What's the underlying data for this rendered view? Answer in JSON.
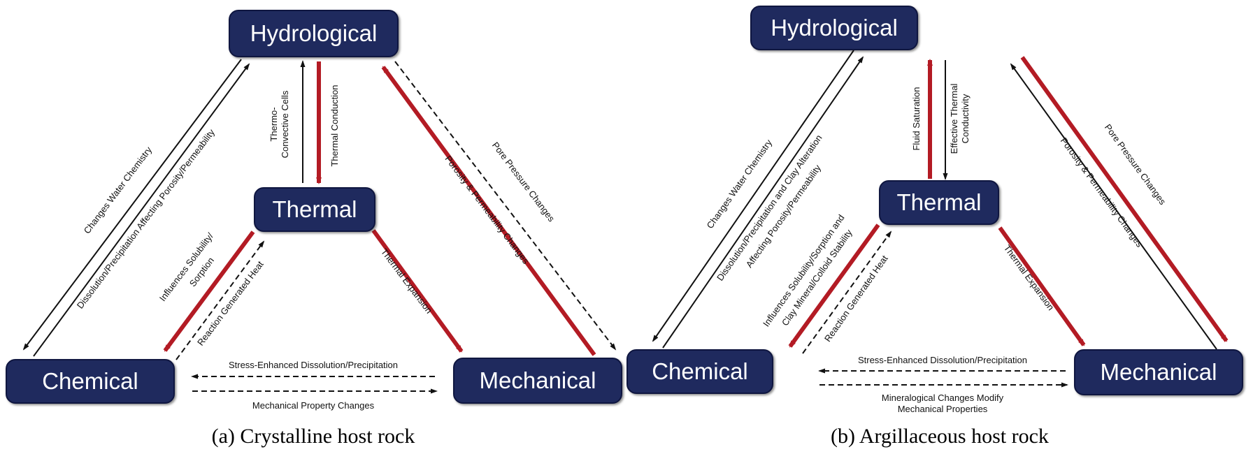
{
  "colors": {
    "node_fill": "#1f2a5e",
    "red_arrow": "#b31b24",
    "black_arrow": "#111111"
  },
  "panels": [
    {
      "caption": "(a) Crystalline host rock",
      "nodes": {
        "hydrological": "Hydrological",
        "thermal": "Thermal",
        "chemical": "Chemical",
        "mechanical": "Mechanical"
      },
      "edges": [
        {
          "label": "Changes Water Chemistry",
          "color": "black",
          "style": "solid"
        },
        {
          "label": "Dissolution/Precipitation Affecting Porosity/Permeability",
          "color": "black",
          "style": "solid"
        },
        {
          "label": "Thermo-",
          "color": "black",
          "style": "solid"
        },
        {
          "label": "Convective Cells",
          "color": "black",
          "style": "solid"
        },
        {
          "label": "Thermal Conduction",
          "color": "red",
          "style": "solid"
        },
        {
          "label": "Pore Pressure Changes",
          "color": "black",
          "style": "dashed"
        },
        {
          "label": "Porosity & Permeability Changes",
          "color": "red",
          "style": "solid"
        },
        {
          "label": "Influences Solubility/",
          "color": "red",
          "style": "solid"
        },
        {
          "label": "Sorption",
          "color": "red",
          "style": "solid"
        },
        {
          "label": "Reaction Generated Heat",
          "color": "black",
          "style": "dashed"
        },
        {
          "label": "Thermal Expansion",
          "color": "red",
          "style": "solid"
        },
        {
          "label": "Stress-Enhanced Dissolution/Precipitation",
          "color": "black",
          "style": "dashed"
        },
        {
          "label": "Mechanical Property Changes",
          "color": "black",
          "style": "dashed"
        }
      ]
    },
    {
      "caption": "(b) Argillaceous host rock",
      "nodes": {
        "hydrological": "Hydrological",
        "thermal": "Thermal",
        "chemical": "Chemical",
        "mechanical": "Mechanical"
      },
      "edges": [
        {
          "label": "Changes Water Chemistry",
          "color": "black",
          "style": "solid"
        },
        {
          "label": "Dissolution/Precipitation and Clay Alteration",
          "color": "black",
          "style": "solid"
        },
        {
          "label": "Affecting Porosity/Permeability",
          "color": "black",
          "style": "solid"
        },
        {
          "label": "Fluid Saturation",
          "color": "red",
          "style": "solid"
        },
        {
          "label": "Effective Thermal",
          "color": "black",
          "style": "solid"
        },
        {
          "label": "Conductivity",
          "color": "black",
          "style": "solid"
        },
        {
          "label": "Pore Pressure Changes",
          "color": "red",
          "style": "solid"
        },
        {
          "label": "Porosity & Permeability Changes",
          "color": "black",
          "style": "solid"
        },
        {
          "label": "Influences Solubility/Sorption and",
          "color": "red",
          "style": "solid"
        },
        {
          "label": "Clay Mineral/Colloid Stability",
          "color": "red",
          "style": "solid"
        },
        {
          "label": "Reaction Generated Heat",
          "color": "black",
          "style": "dashed"
        },
        {
          "label": "Thermal Expansion",
          "color": "red",
          "style": "solid"
        },
        {
          "label": "Stress-Enhanced Dissolution/Precipitation",
          "color": "black",
          "style": "dashed"
        },
        {
          "label": "Mineralogical Changes Modify",
          "color": "black",
          "style": "dashed"
        },
        {
          "label": "Mechanical Properties",
          "color": "black",
          "style": "dashed"
        }
      ]
    }
  ]
}
